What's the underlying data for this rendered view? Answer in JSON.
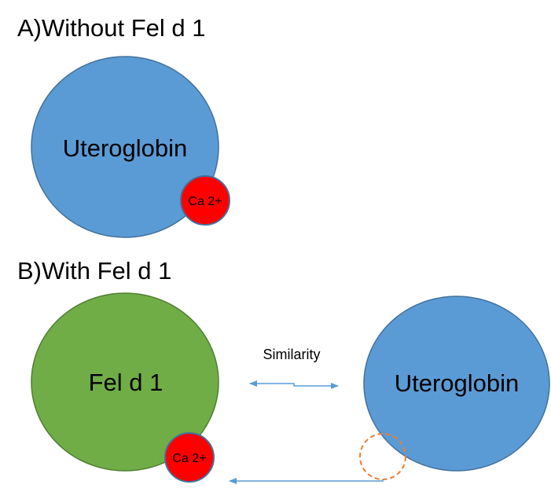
{
  "panel_a": {
    "title": "A)Without Fel d 1",
    "protein_label": "Uteroglobin",
    "ion_label": "Ca 2+"
  },
  "panel_b": {
    "title": "B)With Fel d 1",
    "left_protein_label": "Fel d 1",
    "left_ion_label": "Ca 2+",
    "relation_label": "Similarity",
    "right_protein_label": "Uteroglobin"
  },
  "colors": {
    "uteroglobin_fill": "#5b9bd5",
    "uteroglobin_stroke": "#41719c",
    "feld1_fill": "#70ad47",
    "feld1_stroke": "#507e32",
    "ion_fill": "#ff0000",
    "ion_stroke": "#41719c",
    "arrow": "#5b9bd5",
    "empty_site": "#ed7d31"
  }
}
